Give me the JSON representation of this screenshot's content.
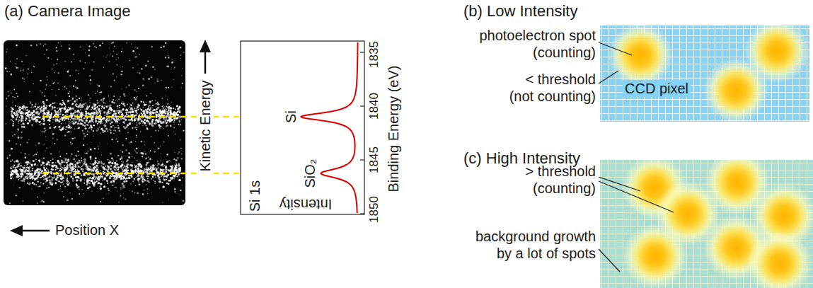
{
  "diagram": {
    "labels": [
      "(a) Camera Image",
      "Kinetic Energy",
      "Position X",
      "Si",
      "SiO₂",
      "Si 1s",
      "Intensity",
      "Binding Energy (eV)",
      "1835",
      "1840",
      "1845",
      "1850",
      "(b) Low Intensity",
      "photoelectron spot (counting)",
      "< threshold (not counting)",
      "CCD pixel",
      "(c) High Intensity",
      "> threshold (counting)",
      "background growth by a lot of spots"
    ]
  }
}
